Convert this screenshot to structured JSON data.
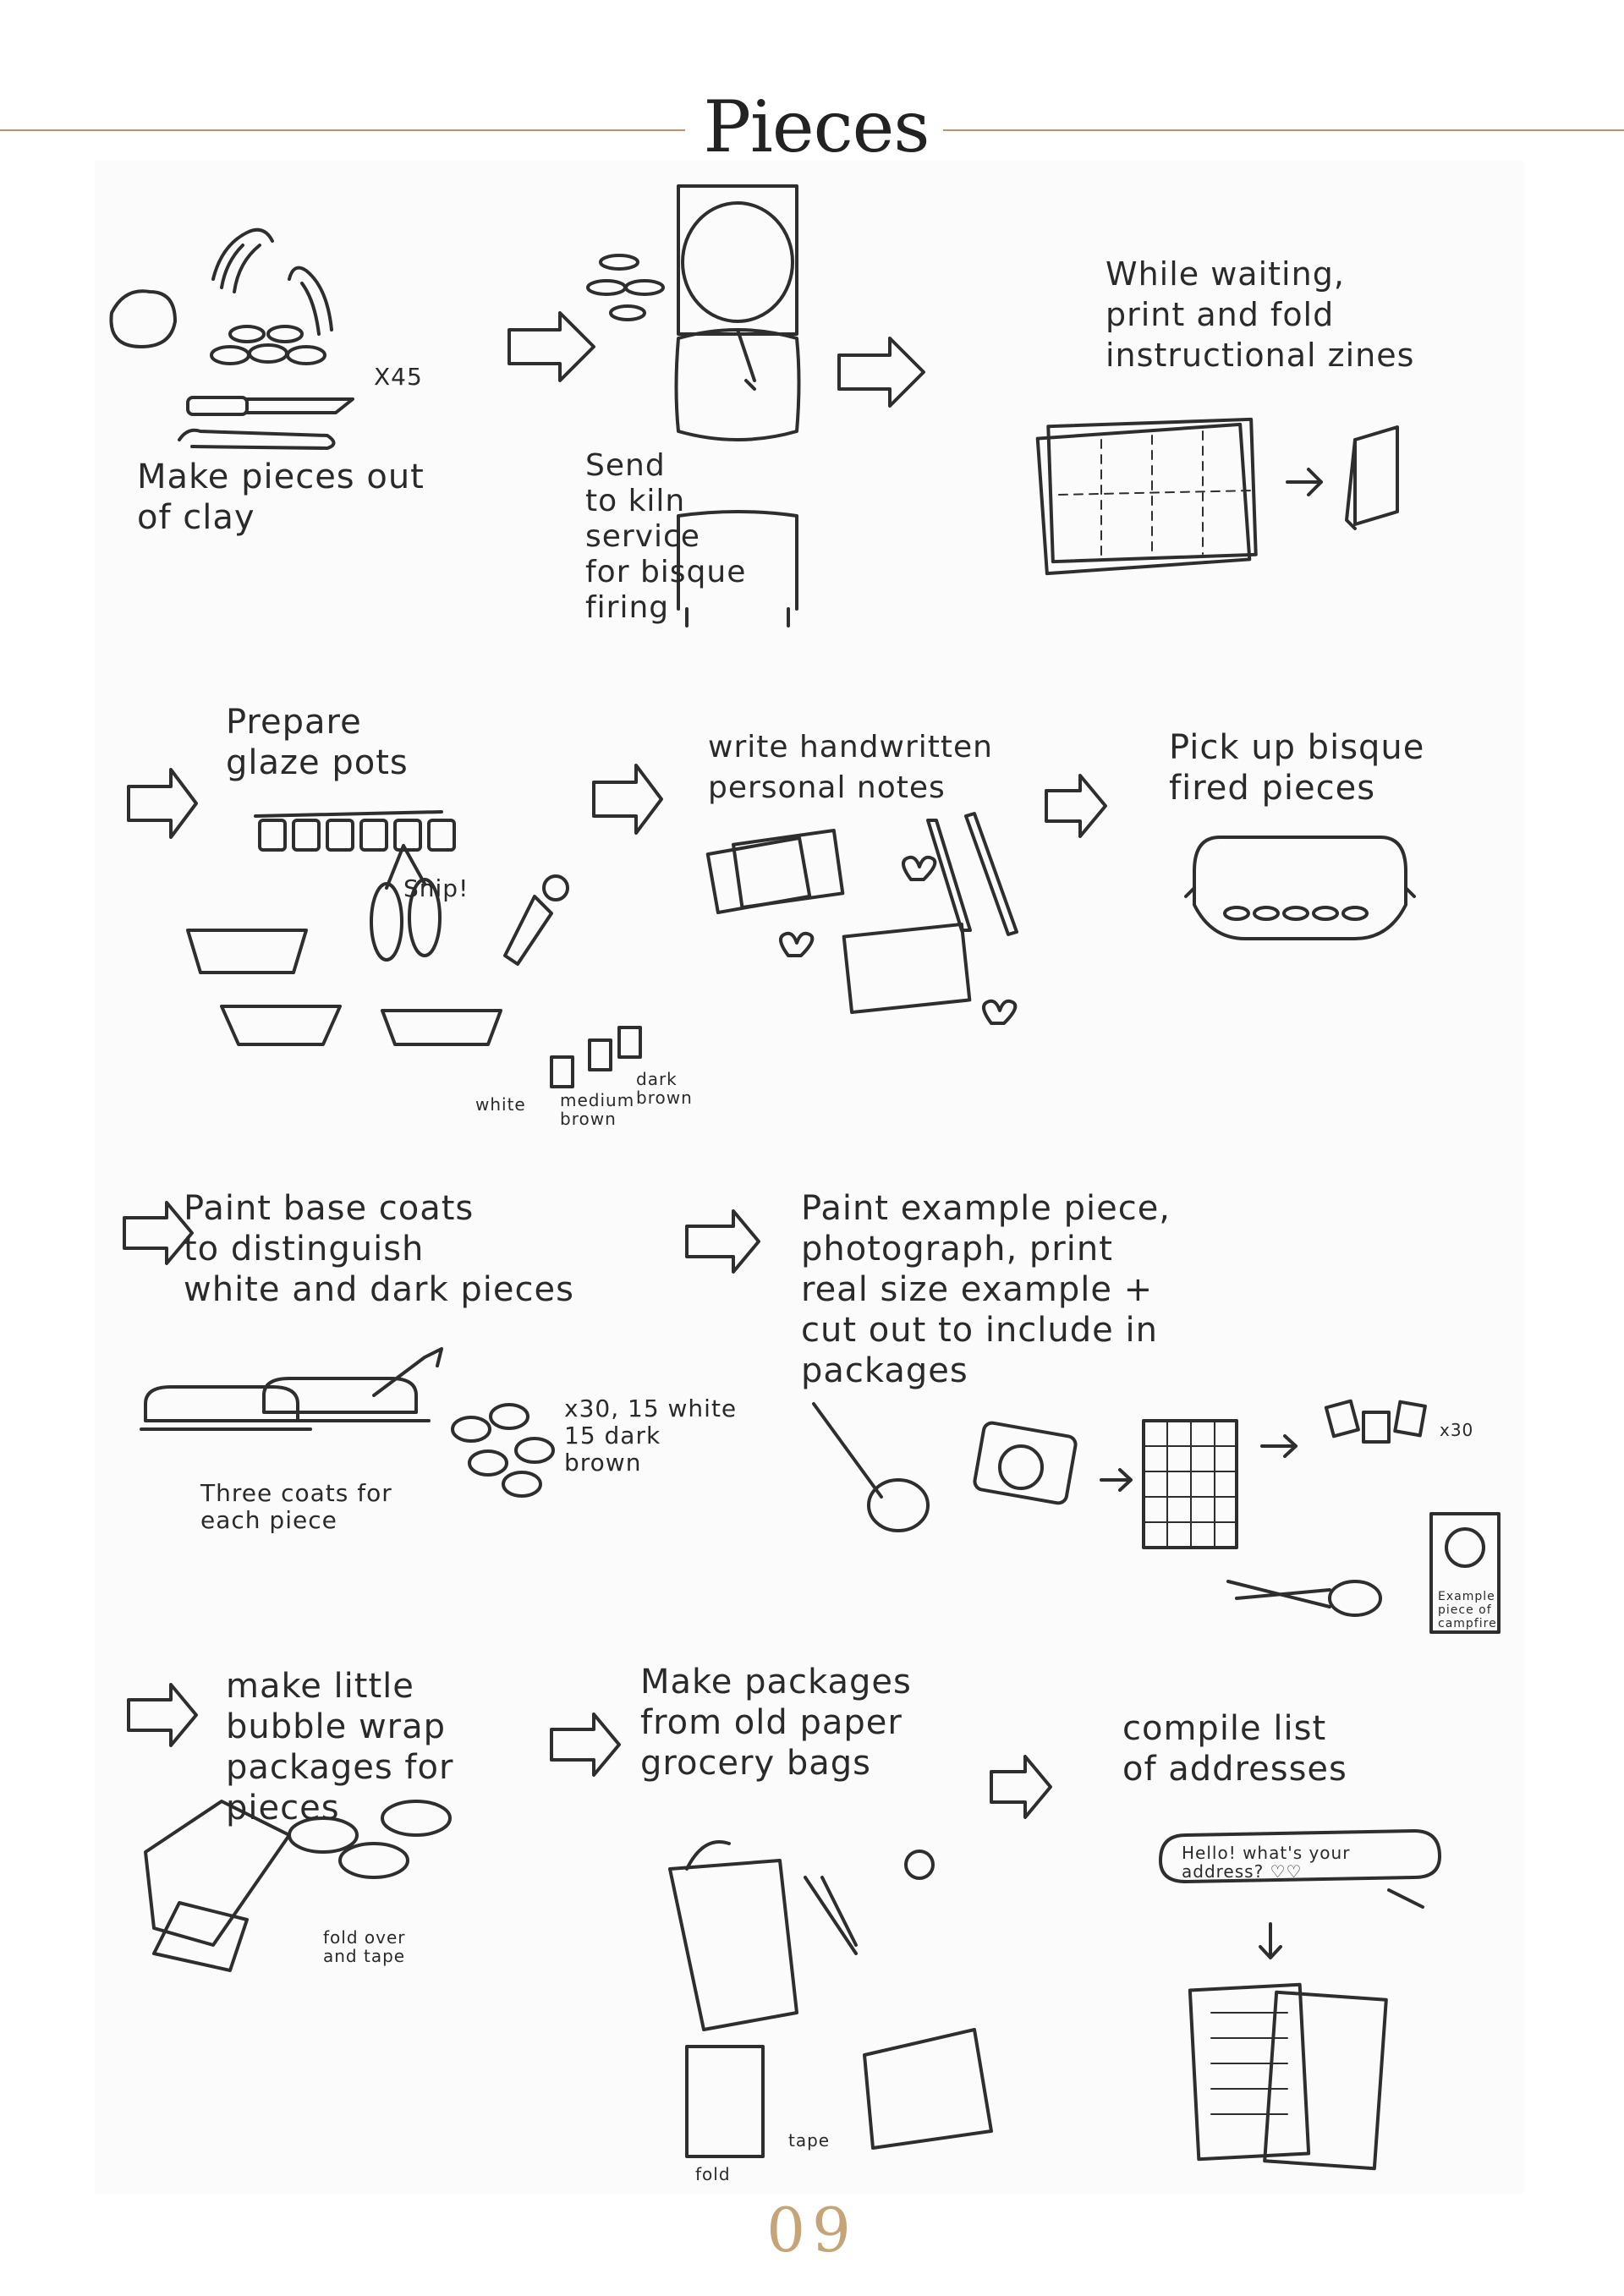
{
  "page": {
    "title": "Pieces",
    "page_number": "09"
  },
  "steps": {
    "clay": {
      "label": "Make pieces out\nof clay",
      "count": "X45"
    },
    "kiln": {
      "label": "Send\nto kiln\nservice\nfor bisque\nfiring"
    },
    "zines": {
      "label": "While waiting,\nprint and fold\ninstructional zines"
    },
    "glaze": {
      "label": "Prepare\nglaze pots",
      "snip": "Snip!",
      "colors": [
        "white",
        "medium\nbrown",
        "dark\nbrown"
      ]
    },
    "notes": {
      "label": "write handwritten\npersonal notes"
    },
    "pickup": {
      "label": "Pick up bisque\nfired pieces"
    },
    "basecoat": {
      "label": "Paint base coats\nto distinguish\nwhite and dark pieces",
      "counts": "x30, 15 white\n15 dark\nbrown",
      "coats": "Three coats for\neach piece"
    },
    "example": {
      "label": "Paint example piece,\nphotograph, print\nreal size example +\ncut out to include in\npackages",
      "count": "x30",
      "card": "Example\npiece of\ncampfire"
    },
    "bubble": {
      "label": "make little\nbubble wrap\npackages for\npieces",
      "fold": "fold over\nand tape"
    },
    "bags": {
      "label": "Make packages\nfrom old paper\ngrocery bags",
      "fold": "fold",
      "tape": "tape"
    },
    "addresses": {
      "label": "compile list\nof addresses",
      "bubble": "Hello! what's your\naddress? ♡♡"
    }
  },
  "colors": {
    "rule": "#b8966a",
    "page_number": "#c5a477",
    "ink": "#2b2b2b"
  }
}
